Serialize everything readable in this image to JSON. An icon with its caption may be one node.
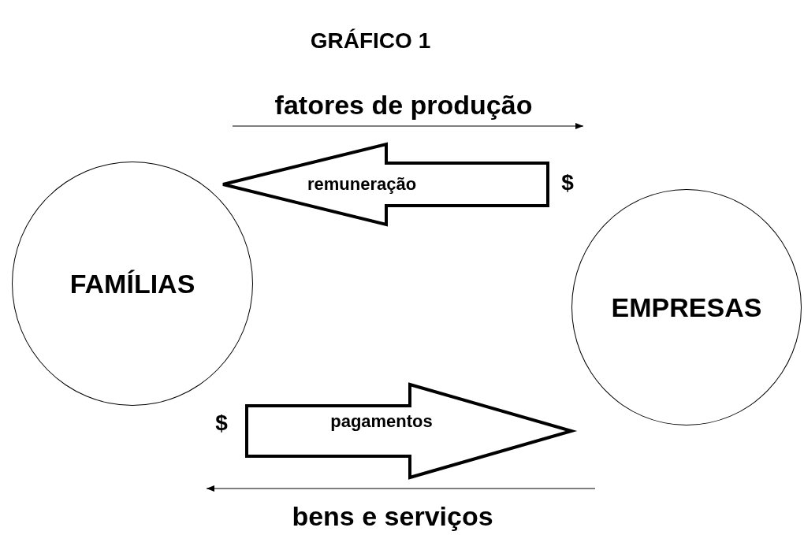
{
  "diagram": {
    "title": "GRÁFICO 1",
    "nodes": [
      {
        "text": [
          "FAMÍLIAS"
        ]
      },
      {
        "text": [
          "EMPRESAS"
        ]
      }
    ],
    "edges": [
      {
        "from": 1,
        "to": 0,
        "arrow": "to",
        "label": "remuneração",
        "style": "thick"
      },
      {
        "from": 0,
        "to": 1,
        "arrow": "to",
        "label": "pagamentos",
        "style": "thick"
      }
    ],
    "labels": [
      "fatores de produção",
      "$",
      "$",
      "bens e serviços"
    ]
  }
}
